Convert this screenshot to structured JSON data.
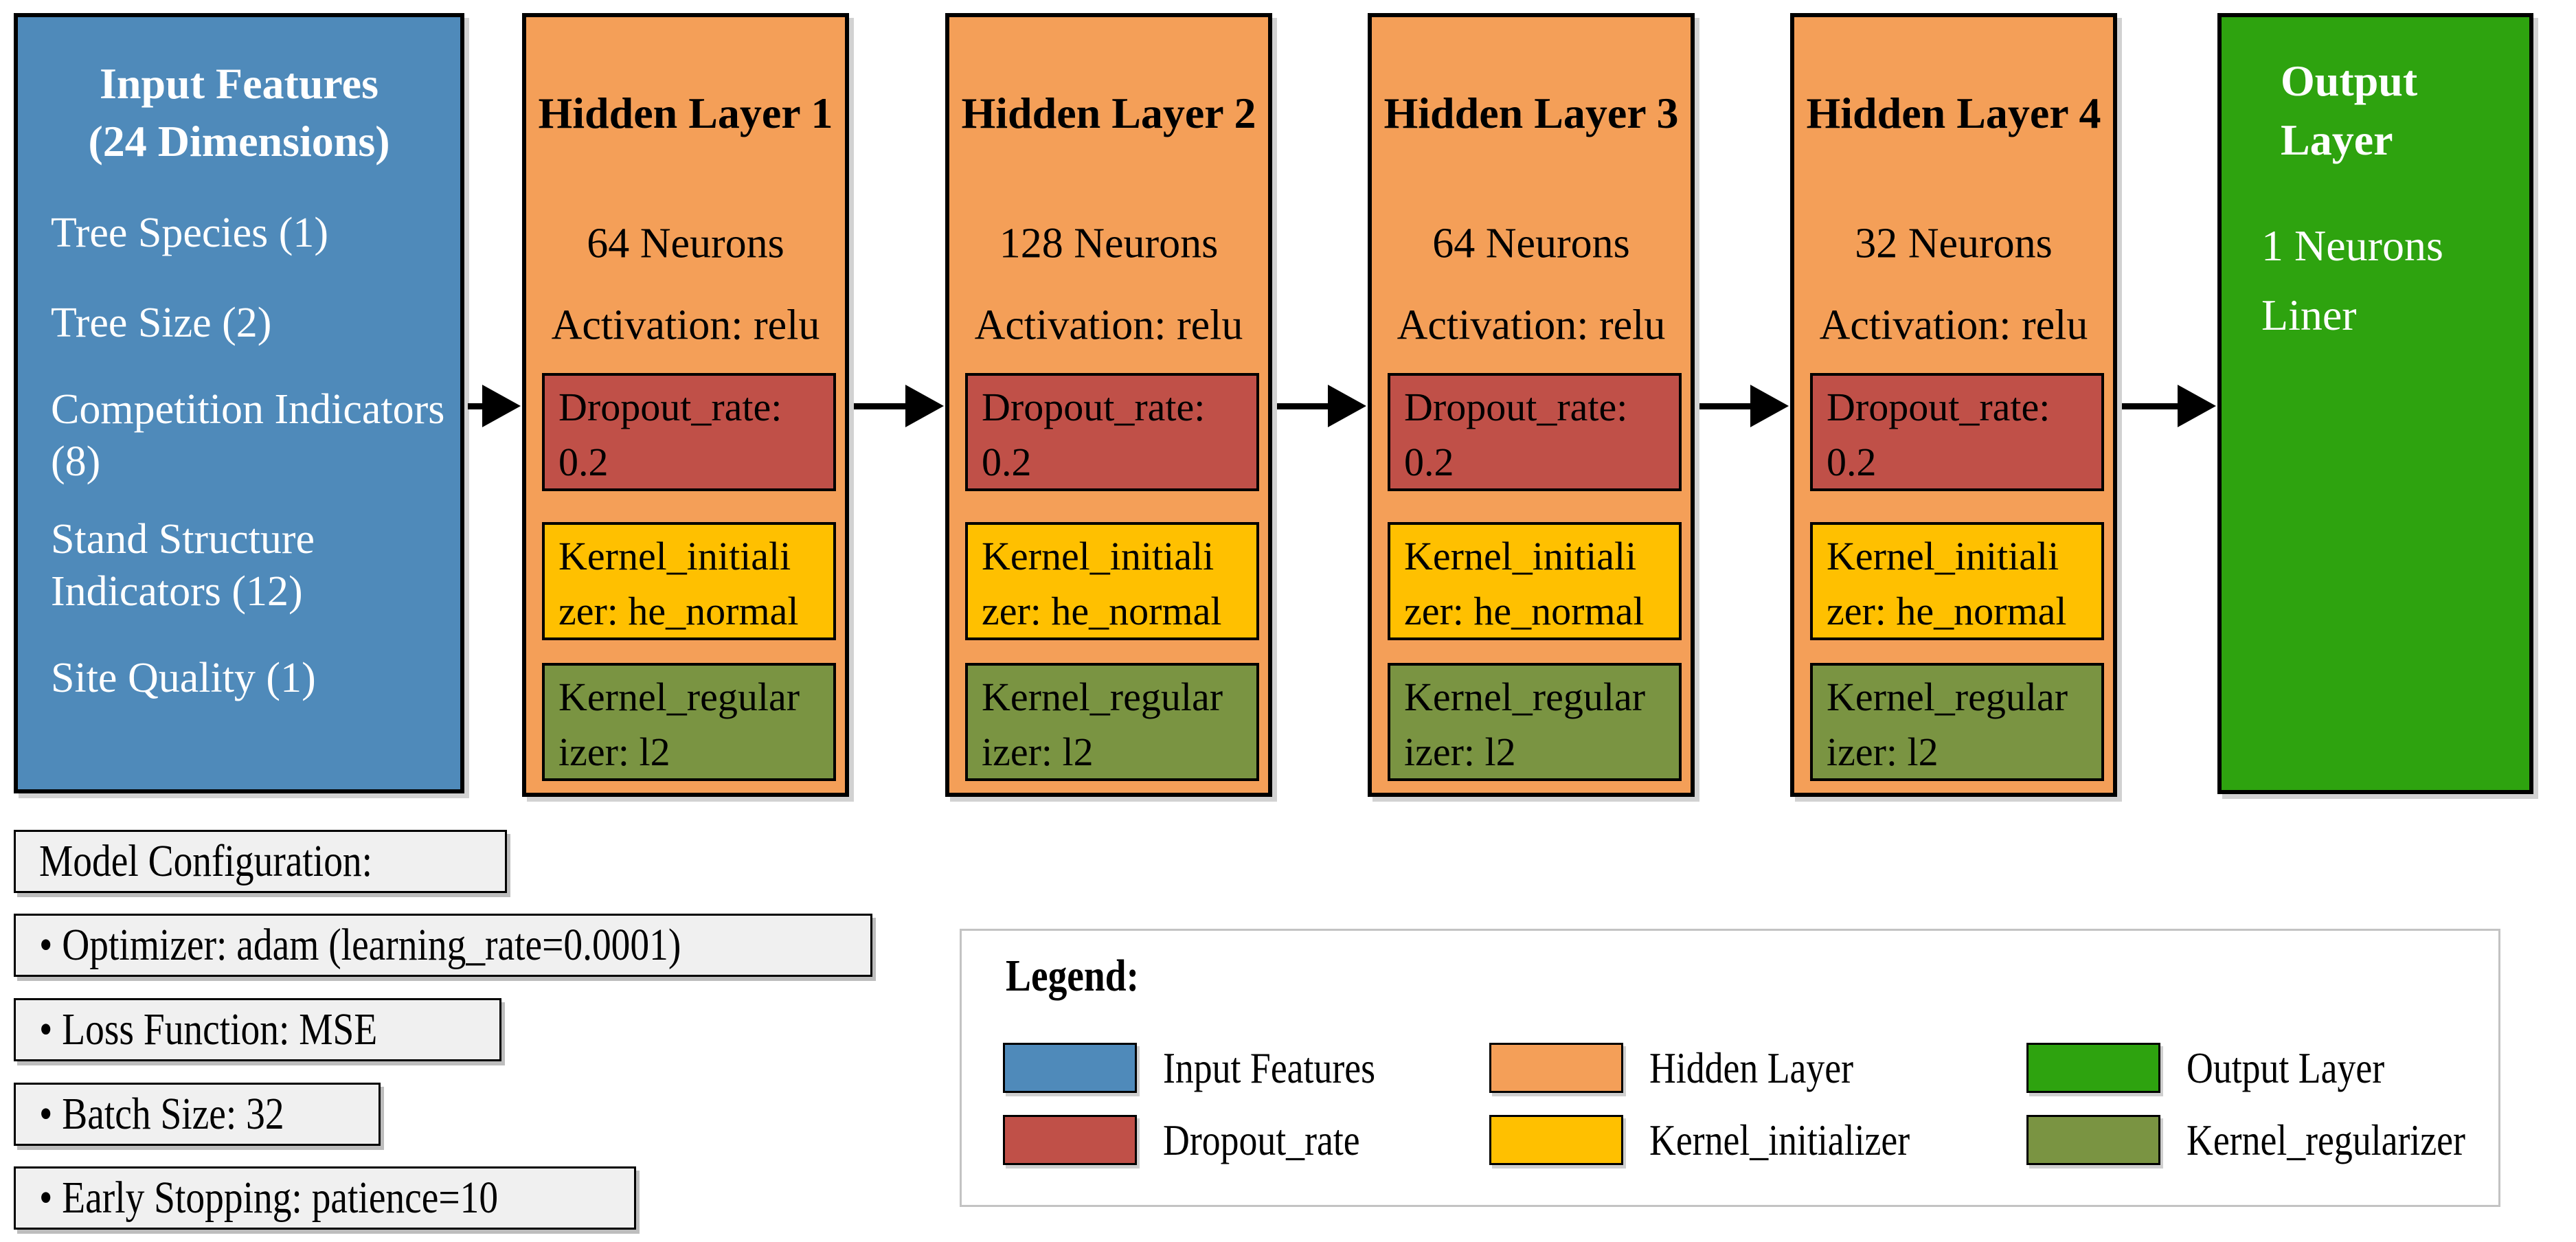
{
  "diagram": {
    "input_layer": {
      "color": "#4F8ABA",
      "title_line1": "Input Features",
      "title_line2": "(24 Dimensions)",
      "items": [
        "Tree Species (1)",
        "Tree Size (2)",
        "Competition Indicators (8)",
        "Stand Structure Indicators (12)",
        "Site Quality (1)"
      ]
    },
    "colors": {
      "hidden": "#F49F58",
      "dropout": "#C05048",
      "kernel_initializer": "#FFC000",
      "kernel_regularizer": "#7A9442"
    },
    "hidden_layers": [
      {
        "title": "Hidden Layer 1",
        "neurons": "64 Neurons",
        "activation": "Activation: relu",
        "dropout_line1": "Dropout_rate:",
        "dropout_line2": "0.2",
        "init_line1": "Kernel_initiali",
        "init_line2": "zer: he_normal",
        "reg_line1": "Kernel_regular",
        "reg_line2": "izer: l2"
      },
      {
        "title": "Hidden Layer 2",
        "neurons": "128 Neurons",
        "activation": "Activation: relu",
        "dropout_line1": "Dropout_rate:",
        "dropout_line2": "0.2",
        "init_line1": "Kernel_initiali",
        "init_line2": "zer: he_normal",
        "reg_line1": "Kernel_regular",
        "reg_line2": "izer: l2"
      },
      {
        "title": "Hidden Layer 3",
        "neurons": "64 Neurons",
        "activation": "Activation: relu",
        "dropout_line1": "Dropout_rate:",
        "dropout_line2": "0.2",
        "init_line1": "Kernel_initiali",
        "init_line2": "zer: he_normal",
        "reg_line1": "Kernel_regular",
        "reg_line2": "izer: l2"
      },
      {
        "title": "Hidden Layer 4",
        "neurons": "32 Neurons",
        "activation": "Activation: relu",
        "dropout_line1": "Dropout_rate:",
        "dropout_line2": "0.2",
        "init_line1": "Kernel_initiali",
        "init_line2": "zer: he_normal",
        "reg_line1": "Kernel_regular",
        "reg_line2": "izer: l2"
      }
    ],
    "output_layer": {
      "color": "#2EA30F",
      "title_line1": "Output",
      "title_line2": "Layer",
      "line1": "1 Neurons",
      "line2": "Liner"
    }
  },
  "config": {
    "boxes": [
      {
        "text": "Model Configuration:"
      },
      {
        "text": "• Optimizer: adam (learning_rate=0.0001)"
      },
      {
        "text": "• Loss Function: MSE"
      },
      {
        "text": "• Batch Size: 32"
      },
      {
        "text": "• Early Stopping: patience=10"
      }
    ]
  },
  "legend": {
    "title": "Legend:",
    "entries": [
      {
        "label": "Input Features",
        "color": "#4F8ABA"
      },
      {
        "label": "Hidden Layer",
        "color": "#F49F58"
      },
      {
        "label": "Output Layer",
        "color": "#2EA30F"
      },
      {
        "label": "Dropout_rate",
        "color": "#C05048"
      },
      {
        "label": "Kernel_initializer",
        "color": "#FFC000"
      },
      {
        "label": "Kernel_regularizer",
        "color": "#7A9442"
      }
    ]
  }
}
